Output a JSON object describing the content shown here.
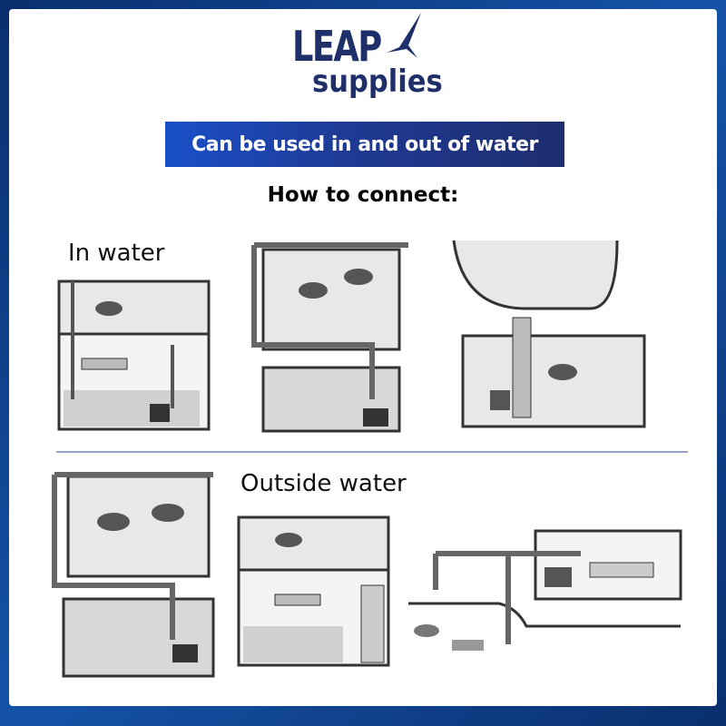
{
  "brand": {
    "line1": "LEAP",
    "line2": "supplies"
  },
  "banner": "Can be used in and out of water",
  "heading": "How to connect:",
  "labels": {
    "in_water": "In water",
    "outside_water": "Outside water"
  },
  "colors": {
    "frame": "#0a2f6e",
    "banner_dark": "#1e2d6e",
    "banner_light": "#1a4fc8",
    "water": "#dcdcdc"
  }
}
